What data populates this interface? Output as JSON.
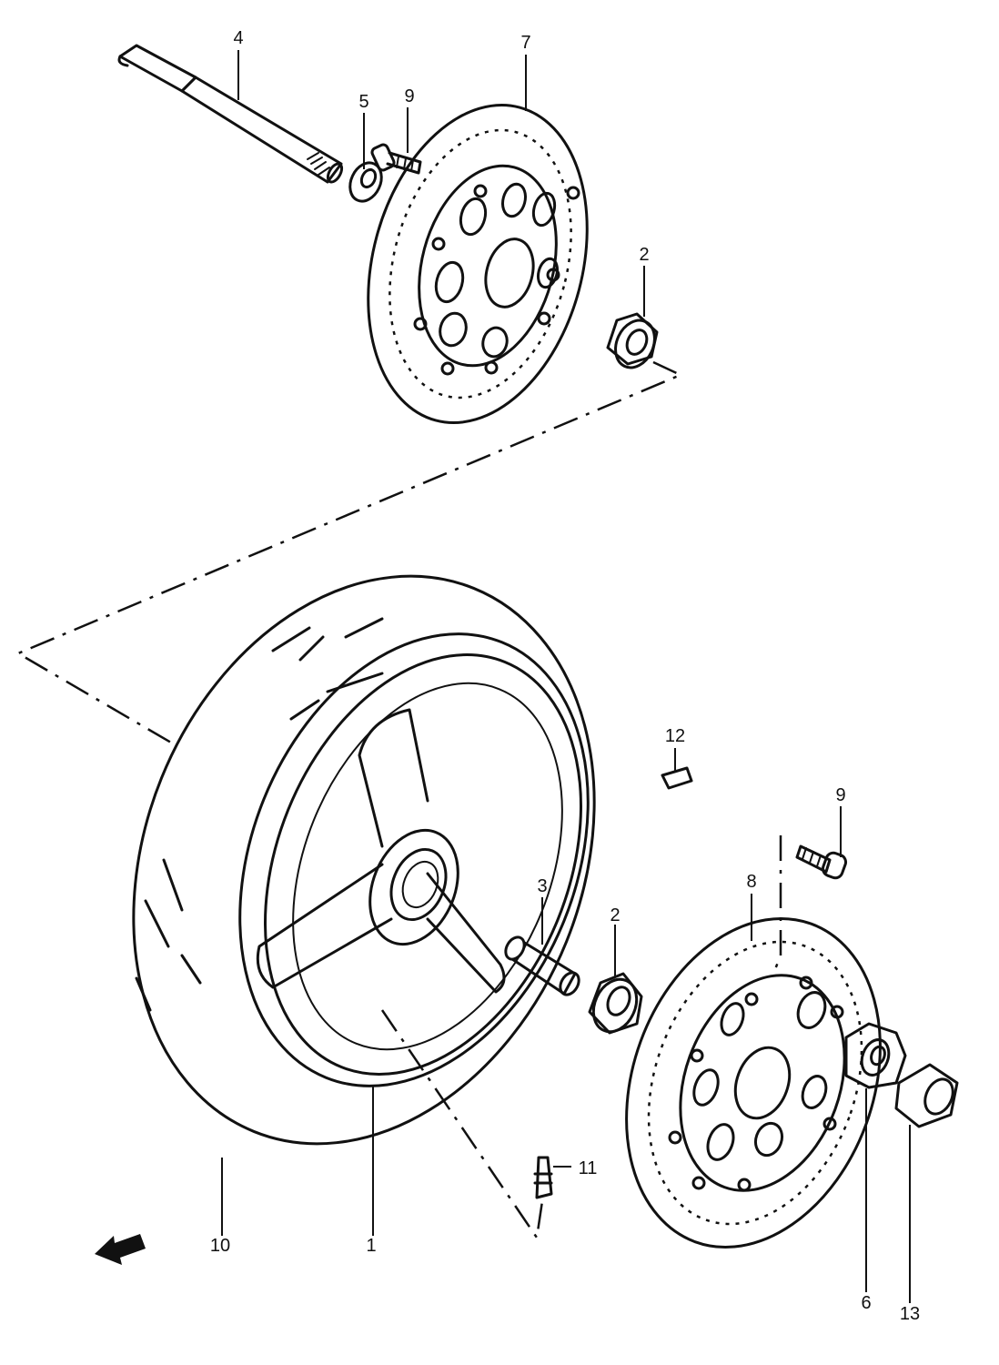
{
  "callouts": [
    {
      "id": "4",
      "text": "4"
    },
    {
      "id": "5",
      "text": "5"
    },
    {
      "id": "9a",
      "text": "9"
    },
    {
      "id": "7",
      "text": "7"
    },
    {
      "id": "2a",
      "text": "2"
    },
    {
      "id": "12",
      "text": "12"
    },
    {
      "id": "9b",
      "text": "9"
    },
    {
      "id": "3",
      "text": "3"
    },
    {
      "id": "2b",
      "text": "2"
    },
    {
      "id": "8",
      "text": "8"
    },
    {
      "id": "11",
      "text": "11"
    },
    {
      "id": "10",
      "text": "10"
    },
    {
      "id": "1",
      "text": "1"
    },
    {
      "id": "6",
      "text": "6"
    },
    {
      "id": "13",
      "text": "13"
    }
  ],
  "icons": {
    "front_arrow": "front-direction-arrow-icon"
  }
}
